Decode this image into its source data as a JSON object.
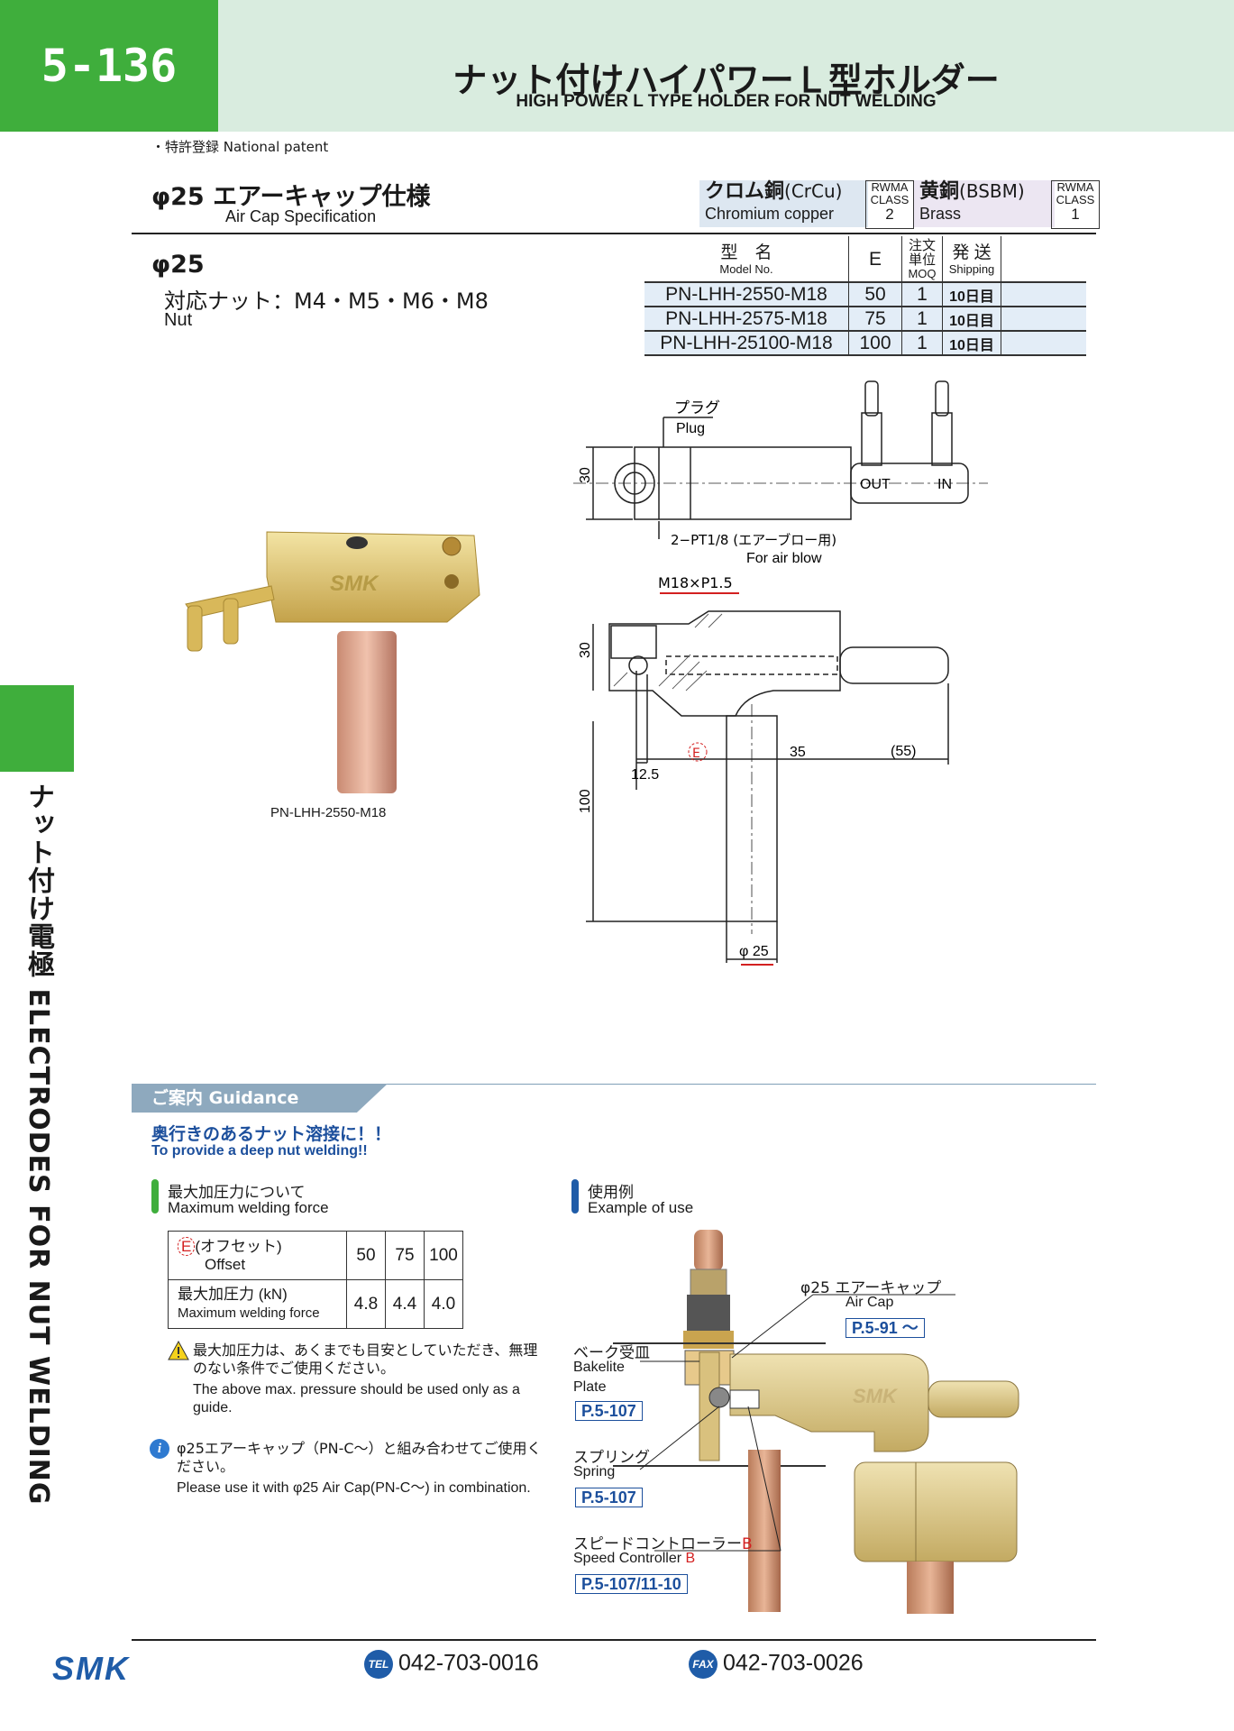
{
  "header": {
    "page_number": "5-136",
    "title_jp": "ナット付けハイパワーＬ型ホルダー",
    "title_en": "HIGH POWER L TYPE HOLDER FOR NUT WELDING"
  },
  "patent": "・特許登録 National patent",
  "section": {
    "title_jp": "φ25 エアーキャップ仕様",
    "title_en": "Air Cap Specification"
  },
  "materials": [
    {
      "jp": "クロム銅",
      "code": "(CrCu)",
      "en": "Chromium copper",
      "rwma_label": "RWMA CLASS",
      "rwma_class": "2"
    },
    {
      "jp": "黄銅",
      "code": "(BSBM)",
      "en": "Brass",
      "rwma_label": "RWMA CLASS",
      "rwma_class": "1"
    }
  ],
  "spec": {
    "diameter": "φ25",
    "nut_jp": "対応ナット：M4・M5・M6・M8",
    "nut_en": "Nut",
    "headers": {
      "model_jp": "型　名",
      "model_en": "Model No.",
      "e": "E",
      "moq_jp": "注文単位",
      "moq_en": "MOQ",
      "ship_jp": "発 送",
      "ship_en": "Shipping"
    },
    "rows": [
      {
        "model": "PN-LHH-2550-M18",
        "e": "50",
        "moq": "1",
        "ship": "10日目"
      },
      {
        "model": "PN-LHH-2575-M18",
        "e": "75",
        "moq": "1",
        "ship": "10日目"
      },
      {
        "model": "PN-LHH-25100-M18",
        "e": "100",
        "moq": "1",
        "ship": "10日目"
      }
    ]
  },
  "photo": {
    "caption": "PN-LHH-2550-M18",
    "logo": "SMK"
  },
  "drawing": {
    "plug_jp": "プラグ",
    "plug_en": "Plug",
    "port_jp": "2−PT1/8 (エアーブロー用)",
    "port_en": "For air blow",
    "out": "OUT",
    "in": "IN",
    "thread": "M18×P1.5",
    "dim_30a": "30",
    "dim_30b": "30",
    "dim_e": "E",
    "dim_35": "35",
    "dim_55": "(55)",
    "dim_12_5": "12.5",
    "dim_100": "100",
    "dim_phi25": "φ 25"
  },
  "side_label": {
    "jp": "ナット付け電極",
    "en": "ELECTRODES FOR NUT WELDING"
  },
  "guidance": {
    "tab": "ご案内 Guidance",
    "lead_jp": "奥行きのあるナット溶接に！！",
    "lead_en": "To provide a deep nut welding!!",
    "force_title_jp": "最大加圧力について",
    "force_title_en": "Maximum welding force",
    "force_table": {
      "offset_jp": "(オフセット)",
      "offset_mark": "E",
      "offset_en": "Offset",
      "offsets": [
        "50",
        "75",
        "100"
      ],
      "force_jp": "最大加圧力 (kN)",
      "force_en": "Maximum welding force",
      "forces": [
        "4.8",
        "4.4",
        "4.0"
      ]
    },
    "warn_jp": "最大加圧力は、あくまでも目安としていただき、無理のない条件でご使用ください。",
    "warn_en": "The above max. pressure should be used only as a guide.",
    "info_jp": "φ25エアーキャップ（PN-C〜）と組み合わせてご使用ください。",
    "info_en": "Please use it with φ25 Air Cap(PN-C〜) in combination.",
    "example_jp": "使用例",
    "example_en": "Example of use",
    "callouts": {
      "aircap_jp": "φ25 エアーキャップ",
      "aircap_en": "Air Cap",
      "aircap_ref": "P.5-91 〜",
      "bakelite_jp": "ベーク受皿",
      "bakelite_en1": "Bakelite",
      "bakelite_en2": "Plate",
      "bakelite_ref": "P.5-107",
      "spring_jp": "スプリング",
      "spring_en": "Spring",
      "spring_ref": "P.5-107",
      "speed_jp": "スピードコントローラー",
      "speed_en": "Speed Controller",
      "speed_suffix": "B",
      "speed_ref": "P.5-107/11-10"
    }
  },
  "footer": {
    "logo": "SMK",
    "tel_label": "TEL",
    "tel": "042-703-0016",
    "fax_label": "FAX",
    "fax": "042-703-0026"
  },
  "colors": {
    "green": "#3fae3c",
    "header_bg": "#d9ecdf",
    "blue": "#1c4f9c",
    "red": "#d32020"
  }
}
